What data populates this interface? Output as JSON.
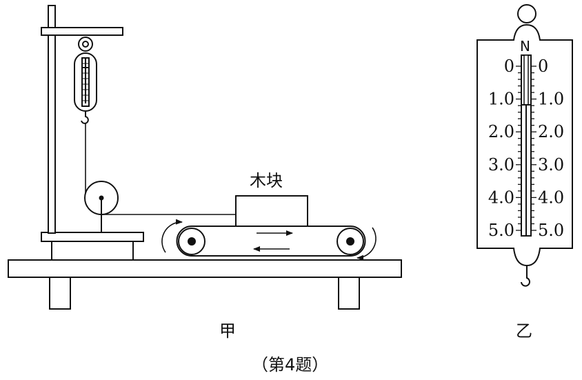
{
  "figure": {
    "block_label": "木块",
    "caption_left": "甲",
    "caption_right": "乙",
    "figure_caption": "（第4题）"
  },
  "spring_scale": {
    "unit": "N",
    "left_ticks": [
      "0",
      "1.0",
      "2.0",
      "3.0",
      "4.0",
      "5.0"
    ],
    "right_ticks": [
      "0",
      "1.0",
      "2.0",
      "3.0",
      "4.0",
      "5.0"
    ],
    "reading": 1.1
  }
}
